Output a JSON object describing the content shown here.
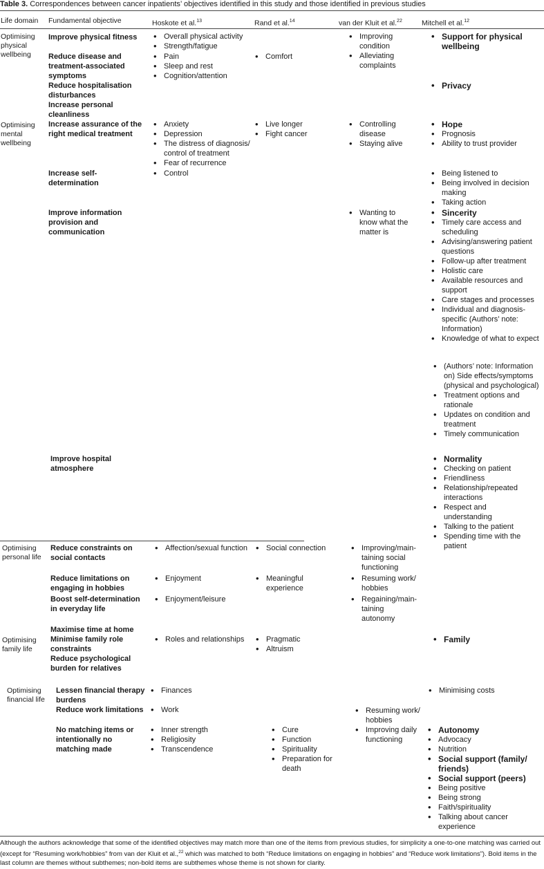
{
  "caption": {
    "label": "Table 3.",
    "text": "Correspondences between cancer inpatients’ objectives identified in this study and those identified in previous studies"
  },
  "headers": {
    "life_domain": "Life domain",
    "fundamental_objective": "Fundamental objective",
    "hoskote": "Hoskote et al.",
    "hoskote_ref": "13",
    "rand": "Rand et al.",
    "rand_ref": "14",
    "vdk": "van der Kluit et al.",
    "vdk_ref": "22",
    "mitchell": "Mitchell et al.",
    "mitchell_ref": "12"
  },
  "domains": {
    "physical": "Optimising physical wellbeing",
    "mental": "Optimising mental wellbeing",
    "personal": "Optimising personal life",
    "family": "Optimising family life",
    "financial": "Optimising financial life"
  },
  "objectives": {
    "fitness": "Improve physical fitness",
    "disease": "Reduce disease and treatment-associated symptoms",
    "hosp_dist": "Reduce hospitalisation disturbances",
    "clean": "Increase personal cleanliness",
    "assurance": "Increase assurance of the right medical treatment",
    "selfdet": "Increase self-determination",
    "info": "Improve information provision and communication",
    "atmos": "Improve hospital atmosphere",
    "social": "Reduce constraints on social contacts",
    "hobbies": "Reduce limitations on engaging in hobbies",
    "boost": "Boost self-determination in everyday life",
    "home": "Maximise time at home",
    "role": "Minimise family role constraints",
    "psych": "Reduce psychological burden for relatives",
    "fin": "Lessen financial therapy burdens",
    "work": "Reduce work limitations",
    "nomatch": "No matching items or intentionally no matching made"
  },
  "hoskote": {
    "fitness": [
      "Overall physical activity",
      "Strength/fatigue"
    ],
    "disease": [
      "Pain",
      "Sleep and rest",
      "Cognition/attention"
    ],
    "assurance": [
      "Anxiety",
      "Depression",
      "The distress of diagnosis/ control of treatment",
      "Fear of recurrence"
    ],
    "selfdet": [
      "Control"
    ],
    "social": [
      "Affection/sexual function"
    ],
    "hobbies": [
      "Enjoyment"
    ],
    "boost": [
      "Enjoyment/leisure"
    ],
    "role": [
      "Roles and relationships"
    ],
    "fin": [
      "Finances"
    ],
    "work": [
      "Work"
    ],
    "nomatch": [
      "Inner strength",
      "Religiosity",
      "Transcendence"
    ]
  },
  "rand": {
    "disease": [
      "Comfort"
    ],
    "assurance": [
      "Live longer",
      "Fight cancer"
    ],
    "social": [
      "Social connection"
    ],
    "hobbies": [
      "Meaningful experience"
    ],
    "role": [
      "Pragmatic",
      "Altruism"
    ],
    "nomatch": [
      "Cure",
      "Function",
      "Spirituality",
      "Preparation for death"
    ]
  },
  "vdk": {
    "fitness": [
      "Improving condition",
      "Alleviating complaints"
    ],
    "assurance": [
      "Controlling disease",
      "Staying alive"
    ],
    "info": [
      "Wanting to know what the matter is"
    ],
    "social": [
      "Improving/main-taining social functioning"
    ],
    "hobbies": [
      "Resuming work/ hobbies"
    ],
    "boost": [
      "Regaining/main-taining autonomy"
    ],
    "work": [
      "Resuming work/ hobbies",
      "Improving daily functioning"
    ]
  },
  "mitchell": {
    "fitness": [
      {
        "t": "Support for physical wellbeing",
        "b": true
      }
    ],
    "hosp": [
      {
        "t": "Privacy",
        "b": true
      }
    ],
    "assurance": [
      {
        "t": "Hope",
        "b": true
      },
      {
        "t": "Prognosis"
      },
      {
        "t": "Ability to trust provider"
      }
    ],
    "selfdet": [
      {
        "t": "Being listened to"
      },
      {
        "t": "Being involved in decision making"
      },
      {
        "t": "Taking action"
      }
    ],
    "info": [
      {
        "t": "Sincerity",
        "b": true
      },
      {
        "t": "Timely care access and scheduling"
      },
      {
        "t": "Advising/answering patient questions"
      },
      {
        "t": "Follow-up after treatment"
      },
      {
        "t": "Holistic care"
      },
      {
        "t": "Available resources and support"
      },
      {
        "t": "Care stages and processes"
      },
      {
        "t": "Individual and diagnosis-specific (Authors’ note: Information)"
      },
      {
        "t": "Knowledge of what to expect"
      }
    ],
    "info2": [
      {
        "t": "(Authors’ note: Information on) Side effects/symptoms (physical and psychological)"
      },
      {
        "t": "Treatment options and rationale"
      },
      {
        "t": "Updates on condition and treatment"
      },
      {
        "t": "Timely communication"
      }
    ],
    "atmos": [
      {
        "t": "Normality",
        "b": true
      },
      {
        "t": "Checking on patient"
      },
      {
        "t": "Friendliness"
      },
      {
        "t": "Relationship/repeated interactions"
      },
      {
        "t": "Respect and understanding"
      },
      {
        "t": "Talking to the patient"
      },
      {
        "t": "Spending time with the patient"
      }
    ],
    "family": [
      {
        "t": "Family",
        "b": true
      }
    ],
    "fin": [
      {
        "t": "Minimising costs"
      }
    ],
    "nomatch": [
      {
        "t": "Autonomy",
        "b": true
      },
      {
        "t": "Advocacy"
      },
      {
        "t": "Nutrition"
      },
      {
        "t": "Social support (family/ friends)",
        "b": true
      },
      {
        "t": "Social support (peers)",
        "b": true
      },
      {
        "t": "Being positive"
      },
      {
        "t": "Being strong"
      },
      {
        "t": "Faith/spirituality"
      },
      {
        "t": "Talking about cancer experience"
      }
    ]
  },
  "footnote": {
    "part1": "Although the authors acknowledge that some of the identified objectives may match more than one of the items from previous studies, for simplicity a one-to-one matching was carried out (except for “Resuming work/hobbies” from van der Kluit et al.,",
    "ref": "22",
    "part2": " which was matched to both “Reduce limitations on engaging in hobbies” and “Reduce work limitations”). Bold items in the last column are themes without subthemes; non-bold items are subthemes whose theme is not shown for clarity."
  }
}
